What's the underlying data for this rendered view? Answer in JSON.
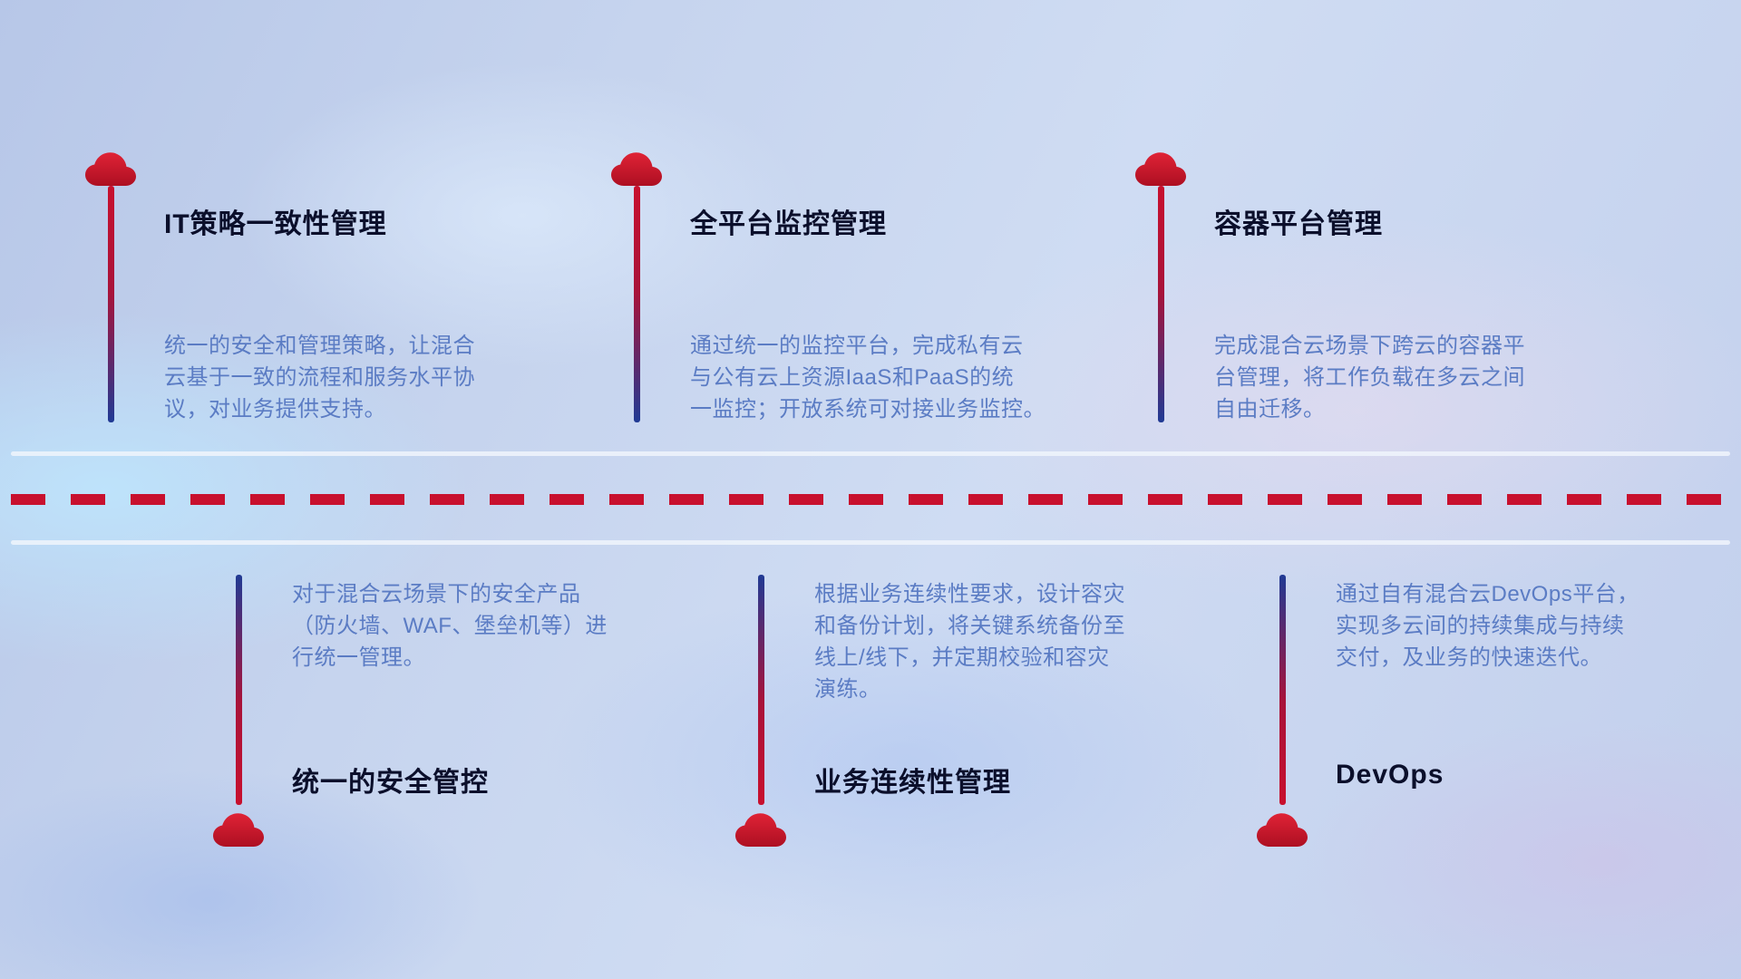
{
  "colors": {
    "red": "#c8102e",
    "blue": "#203a94",
    "cloud_light": "#e02336",
    "cloud_dark": "#ad0f22",
    "title_text": "#0b0f2b",
    "desc_text": "#5b7cc4"
  },
  "top_items": [
    {
      "title": "IT策略一致性管理",
      "desc": "统一的安全和管理策略，让混合\n云基于一致的流程和服务水平协\n议，对业务提供支持。"
    },
    {
      "title": "全平台监控管理",
      "desc": "通过统一的监控平台，完成私有云\n与公有云上资源IaaS和PaaS的统\n一监控；开放系统可对接业务监控。"
    },
    {
      "title": "容器平台管理",
      "desc": "完成混合云场景下跨云的容器平\n台管理，将工作负载在多云之间\n自由迁移。"
    }
  ],
  "bottom_items": [
    {
      "title": "统一的安全管控",
      "desc": "对于混合云场景下的安全产品\n（防火墙、WAF、堡垒机等）进\n行统一管理。"
    },
    {
      "title": "业务连续性管理",
      "desc": "根据业务连续性要求，设计容灾\n和备份计划，将关键系统备份至\n线上/线下，并定期校验和容灾\n演练。"
    },
    {
      "title": "DevOps",
      "desc": "通过自有混合云DevOps平台，\n实现多云间的持续集成与持续\n交付，及业务的快速迭代。"
    }
  ]
}
